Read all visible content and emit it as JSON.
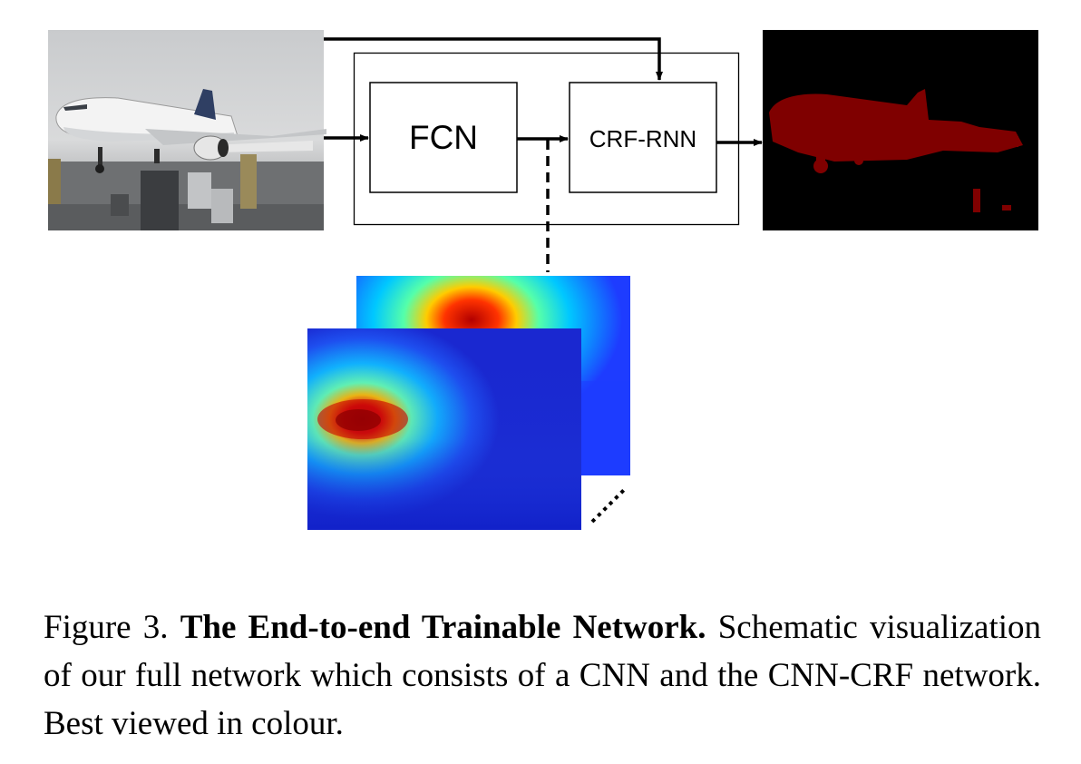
{
  "diagram": {
    "fcn_label": "FCN",
    "crf_rnn_label": "CRF-RNN"
  },
  "caption": {
    "prefix": "Figure 3.",
    "title": "The End-to-end Trainable Network.",
    "body": "Schematic visualization of our full network which consists of a CNN and the CNN-CRF network. Best viewed in colour."
  },
  "colors": {
    "mask_foreground": "#7f0000",
    "mask_background": "#000000",
    "heatmap_low": "#1a33d8",
    "heatmap_high": "#cc0000"
  }
}
